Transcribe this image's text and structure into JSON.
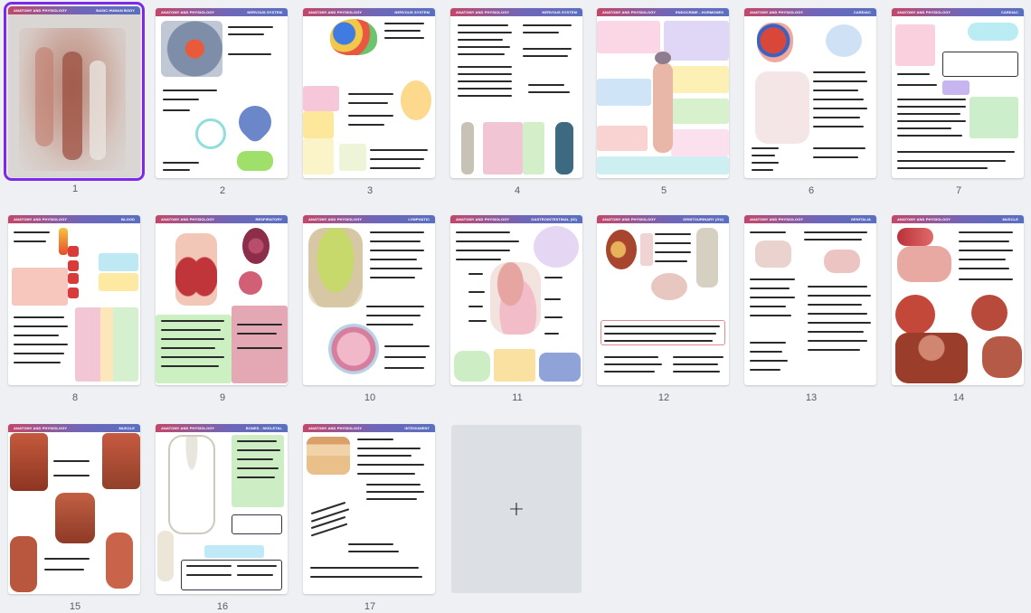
{
  "header_brand": "ANATOMY AND PHYSIOLOGY",
  "pages": [
    {
      "number": "1",
      "title": "BASIC HUMAN BODY",
      "selected": true
    },
    {
      "number": "2",
      "title": "NERVOUS SYSTEM"
    },
    {
      "number": "3",
      "title": "NERVOUS SYSTEM"
    },
    {
      "number": "4",
      "title": "NERVOUS SYSTEM"
    },
    {
      "number": "5",
      "title": "ENDOCRINE - HORMONES"
    },
    {
      "number": "6",
      "title": "CARDIAC"
    },
    {
      "number": "7",
      "title": "CARDIAC"
    },
    {
      "number": "8",
      "title": "BLOOD"
    },
    {
      "number": "9",
      "title": "RESPIRATORY"
    },
    {
      "number": "10",
      "title": "LYMPHATIC"
    },
    {
      "number": "11",
      "title": "GASTROINTESTINAL (GI)"
    },
    {
      "number": "12",
      "title": "GENITOURINARY (GU)"
    },
    {
      "number": "13",
      "title": "GENITALIA"
    },
    {
      "number": "14",
      "title": "MUSCLE"
    },
    {
      "number": "15",
      "title": "MUSCLE"
    },
    {
      "number": "16",
      "title": "BONES - SKELETAL"
    },
    {
      "number": "17",
      "title": "INTEGUMENT"
    }
  ],
  "add_page": {
    "label": "+"
  },
  "colors": {
    "selection": "#7d2ae8",
    "header_start": "#c2476b",
    "header_end": "#5a6fc0",
    "background": "#eef0f3"
  }
}
